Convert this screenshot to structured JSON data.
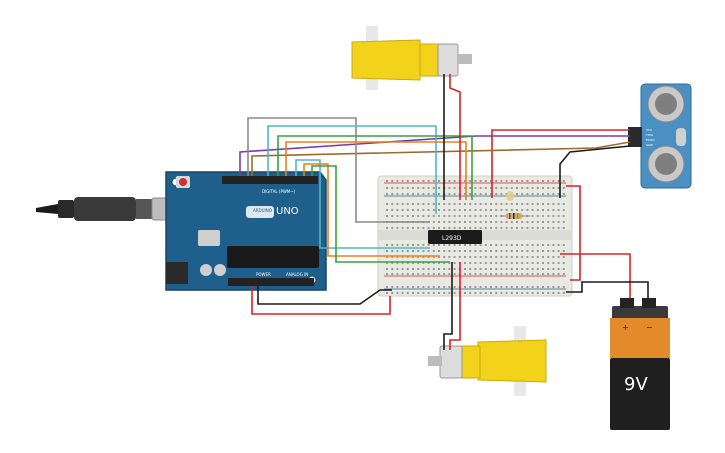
{
  "arduino": {
    "brand": "ARDUINO",
    "model": "UNO",
    "digital_label": "DIGITAL (PWM~)",
    "power_label": "POWER",
    "analog_label": "ANALOG IN",
    "board_color": "#1f5f8b"
  },
  "driver_ic": {
    "label": "L293D"
  },
  "battery": {
    "voltage_label": "9V",
    "plus": "+",
    "minus": "−"
  },
  "sensor": {
    "pins": [
      "VCC",
      "TRIG",
      "ECHO",
      "GND"
    ]
  },
  "colors": {
    "breadboard": "#e9e9e4",
    "motor": "#f2d21b",
    "wire_red": "#d8222a",
    "wire_black": "#1b1b1b",
    "wire_green": "#3aa142",
    "wire_orange": "#e6821e",
    "wire_purple": "#7a3aa8",
    "wire_teal": "#4fb7c7",
    "wire_gray": "#8a8a8a",
    "wire_brown": "#9a6a2e"
  }
}
